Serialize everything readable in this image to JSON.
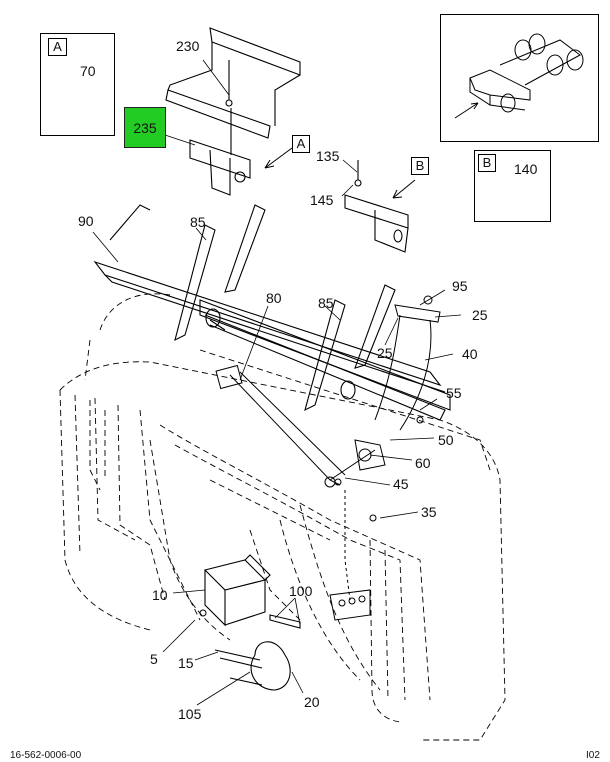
{
  "callouts": {
    "c230": "230",
    "c235": "235",
    "c70": "70",
    "c135": "135",
    "c145": "145",
    "c140": "140",
    "c90": "90",
    "c85a": "85",
    "c85b": "85",
    "c80": "80",
    "c95": "95",
    "c25a": "25",
    "c25b": "25",
    "c40": "40",
    "c55": "55",
    "c50": "50",
    "c60": "60",
    "c45": "45",
    "c35": "35",
    "c10": "10",
    "c100": "100",
    "c5": "5",
    "c15": "15",
    "c20": "20",
    "c105": "105"
  },
  "view_labels": {
    "inset_a": "A",
    "inset_b": "B",
    "arrow_a": "A",
    "arrow_b": "B"
  },
  "highlight_color": "#22cc22",
  "highlight_item": "235",
  "footer": {
    "drawing_number": "16-562-0006-00",
    "page_code": "I02"
  }
}
